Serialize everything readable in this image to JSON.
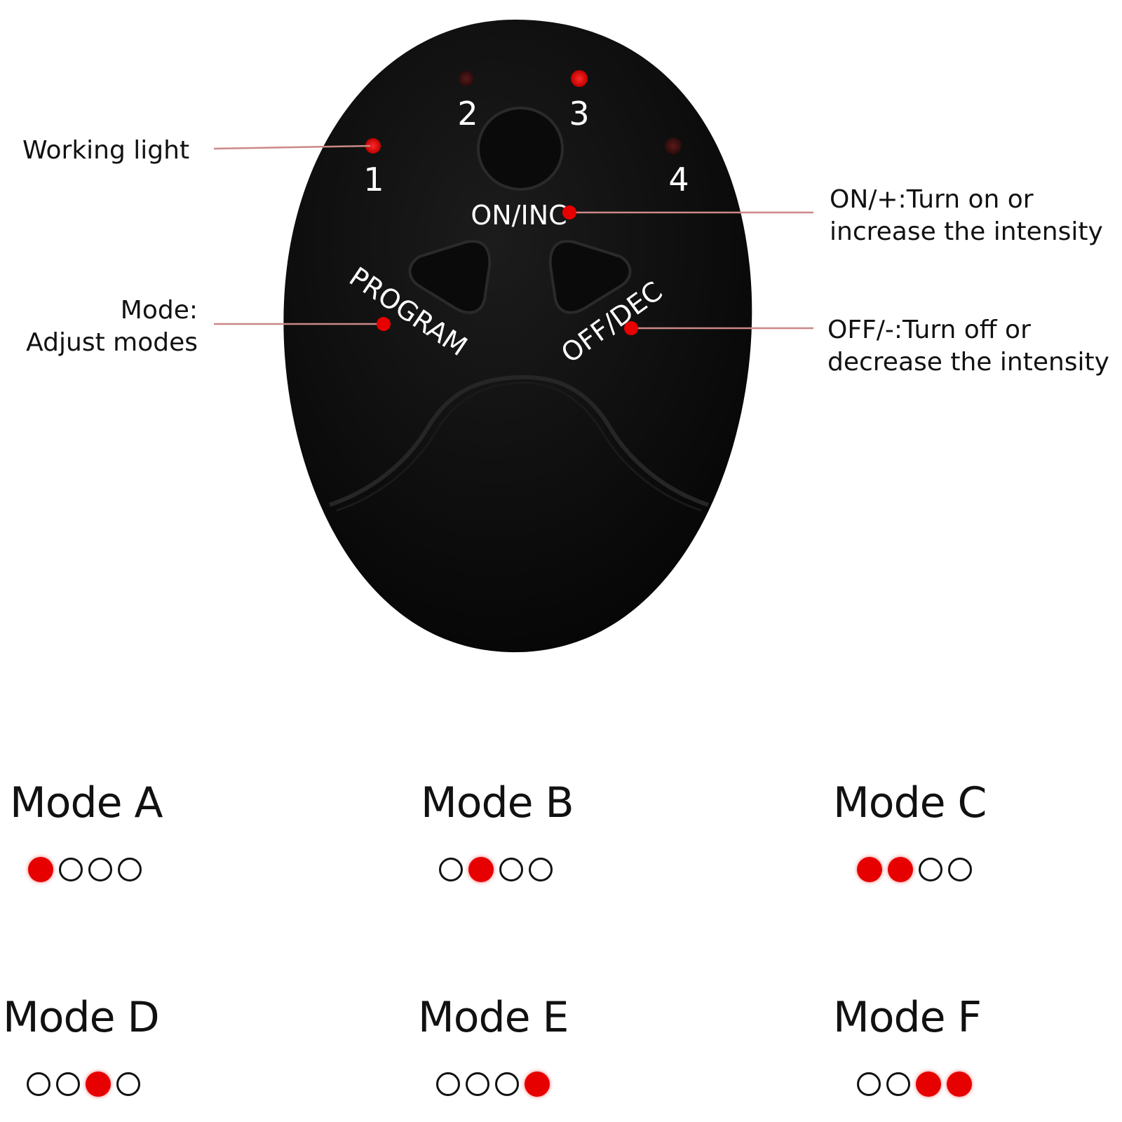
{
  "device": {
    "light_numbers": [
      "1",
      "2",
      "3",
      "4"
    ],
    "on_inc_label": "ON/INC",
    "program_label": "PROGRAM",
    "off_dec_label": "OFF/DEC",
    "body_color": "#0d0d0d",
    "indicator_color": "#e60000"
  },
  "callouts": {
    "working_light": "Working light",
    "mode_line1": "Mode:",
    "mode_line2": "Adjust modes",
    "on_line1": "ON/+:Turn on or",
    "on_line2": "increase the intensity",
    "off_line1": "OFF/-:Turn off or",
    "off_line2": "decrease the intensity"
  },
  "modes": [
    {
      "title": "Mode A",
      "lights": [
        true,
        false,
        false,
        false
      ]
    },
    {
      "title": "Mode B",
      "lights": [
        false,
        true,
        false,
        false
      ]
    },
    {
      "title": "Mode C",
      "lights": [
        true,
        true,
        false,
        false
      ]
    },
    {
      "title": "Mode D",
      "lights": [
        false,
        false,
        true,
        false
      ]
    },
    {
      "title": "Mode E",
      "lights": [
        false,
        false,
        false,
        true
      ]
    },
    {
      "title": "Mode F",
      "lights": [
        false,
        false,
        true,
        true
      ]
    }
  ],
  "colors": {
    "red": "#e60000",
    "text": "#111111"
  }
}
